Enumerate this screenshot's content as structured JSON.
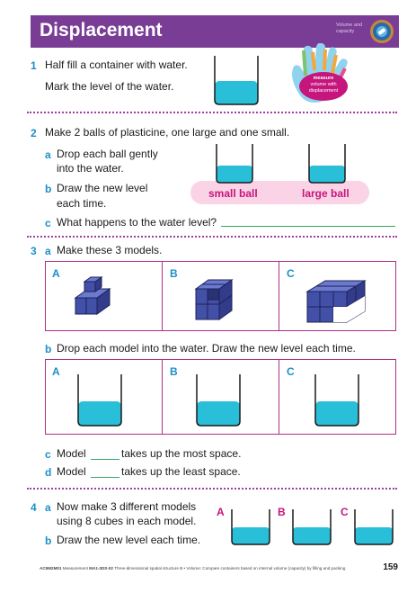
{
  "header": {
    "title": "Displacement",
    "tag": "Volume and capacity"
  },
  "badge": {
    "line1": "measure",
    "line2": "volume with",
    "line3": "displacement"
  },
  "q1": {
    "number": "1",
    "line1": "Half fill a container with water.",
    "line2": "Mark the level of the water."
  },
  "q2": {
    "number": "2",
    "stem": "Make 2 balls of plasticine, one large and one small.",
    "a_letter": "a",
    "a_line1": "Drop each ball gently",
    "a_line2": "into the water.",
    "b_letter": "b",
    "b_line1": "Draw the new level",
    "b_line2": "each time.",
    "c_letter": "c",
    "c_text": "What happens to the water level?",
    "small_label": "small ball",
    "large_label": "large ball"
  },
  "q3": {
    "number": "3",
    "a_letter": "a",
    "a_text": "Make these 3 models.",
    "model_labels": [
      "A",
      "B",
      "C"
    ],
    "b_letter": "b",
    "b_text": "Drop each model into the water. Draw the new level each time.",
    "beaker_labels": [
      "A",
      "B",
      "C"
    ],
    "c_letter": "c",
    "c_pre": "Model",
    "c_post": "takes up the most space.",
    "d_letter": "d",
    "d_pre": "Model",
    "d_post": "takes up the least space."
  },
  "q4": {
    "number": "4",
    "a_letter": "a",
    "a_line1": "Now make 3 different models",
    "a_line2": "using 8 cubes in each model.",
    "b_letter": "b",
    "b_text": "Draw the new level each time.",
    "beaker_labels": [
      "A",
      "B",
      "C"
    ]
  },
  "footer": {
    "code": "AC9M2M01",
    "strand": "Measurement",
    "ref": "MA1-3DS-02",
    "desc": "Three-dimensional spatial structure B • Volume: Compare containers based on internal volume (capacity) by filling and packing",
    "page": "159"
  },
  "colors": {
    "header": "#7a3d96",
    "accent_blue": "#1d8fc9",
    "magenta": "#c6157c",
    "water": "#29bfd8",
    "cube": "#4350a8"
  }
}
